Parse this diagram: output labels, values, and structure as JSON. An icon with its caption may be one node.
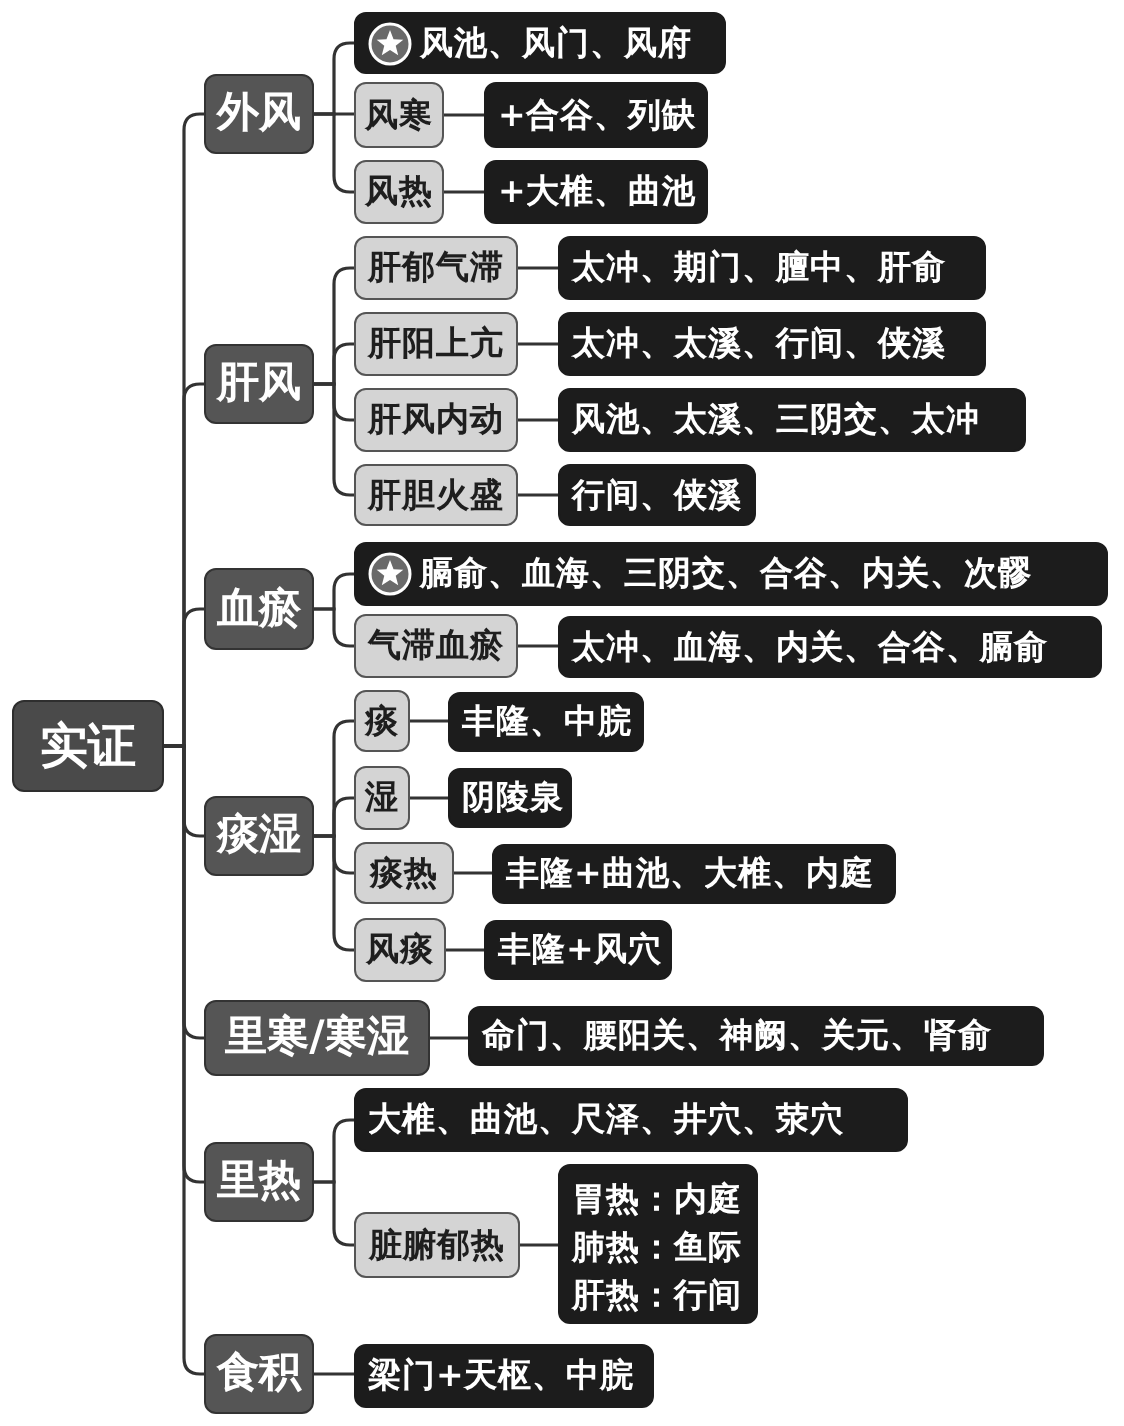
{
  "diagram": {
    "nodes": [
      {
        "text": [
          "实证"
        ]
      },
      {
        "text": [
          "外风"
        ]
      },
      {
        "text": [
          "风池、风门、风府"
        ]
      },
      {
        "text": [
          "风寒"
        ]
      },
      {
        "text": [
          "+合谷、列缺"
        ]
      },
      {
        "text": [
          "风热"
        ]
      },
      {
        "text": [
          "+大椎、曲池"
        ]
      },
      {
        "text": [
          "肝风"
        ]
      },
      {
        "text": [
          "肝郁气滞"
        ]
      },
      {
        "text": [
          "太冲、期门、膻中、肝俞"
        ]
      },
      {
        "text": [
          "肝阳上亢"
        ]
      },
      {
        "text": [
          "太冲、太溪、行间、侠溪"
        ]
      },
      {
        "text": [
          "肝风内动"
        ]
      },
      {
        "text": [
          "风池、太溪、三阴交、太冲"
        ]
      },
      {
        "text": [
          "肝胆火盛"
        ]
      },
      {
        "text": [
          "行间、侠溪"
        ]
      },
      {
        "text": [
          "血瘀"
        ]
      },
      {
        "text": [
          "膈俞、血海、三阴交、合谷、内关、次髎"
        ]
      },
      {
        "text": [
          "气滞血瘀"
        ]
      },
      {
        "text": [
          "太冲、血海、内关、合谷、膈俞"
        ]
      },
      {
        "text": [
          "痰湿"
        ]
      },
      {
        "text": [
          "痰"
        ]
      },
      {
        "text": [
          "丰隆、中脘"
        ]
      },
      {
        "text": [
          "湿"
        ]
      },
      {
        "text": [
          "阴陵泉"
        ]
      },
      {
        "text": [
          "痰热"
        ]
      },
      {
        "text": [
          "丰隆+曲池、大椎、内庭"
        ]
      },
      {
        "text": [
          "风痰"
        ]
      },
      {
        "text": [
          "丰隆+风穴"
        ]
      },
      {
        "text": [
          "里寒/寒湿"
        ]
      },
      {
        "text": [
          "命门、腰阳关、神阙、关元、肾俞"
        ]
      },
      {
        "text": [
          "里热"
        ]
      },
      {
        "text": [
          "大椎、曲池、尺泽、井穴、荥穴"
        ]
      },
      {
        "text": [
          "脏腑郁热"
        ]
      },
      {
        "text": [
          "胃热：内庭",
          "肺热：鱼际",
          "肝热：行间"
        ]
      },
      {
        "text": [
          "食积"
        ]
      },
      {
        "text": [
          "梁门+天枢、中脘"
        ]
      }
    ],
    "edges": [
      {
        "from": 0,
        "to": 1,
        "arrow": "none"
      },
      {
        "from": 0,
        "to": 7,
        "arrow": "none"
      },
      {
        "from": 0,
        "to": 16,
        "arrow": "none"
      },
      {
        "from": 0,
        "to": 20,
        "arrow": "none"
      },
      {
        "from": 0,
        "to": 29,
        "arrow": "none"
      },
      {
        "from": 0,
        "to": 31,
        "arrow": "none"
      },
      {
        "from": 0,
        "to": 35,
        "arrow": "none"
      },
      {
        "from": 1,
        "to": 2,
        "arrow": "none"
      },
      {
        "from": 1,
        "to": 3,
        "arrow": "none"
      },
      {
        "from": 1,
        "to": 5,
        "arrow": "none"
      },
      {
        "from": 3,
        "to": 4,
        "arrow": "none"
      },
      {
        "from": 5,
        "to": 6,
        "arrow": "none"
      },
      {
        "from": 7,
        "to": 8,
        "arrow": "none"
      },
      {
        "from": 7,
        "to": 10,
        "arrow": "none"
      },
      {
        "from": 7,
        "to": 12,
        "arrow": "none"
      },
      {
        "from": 7,
        "to": 14,
        "arrow": "none"
      },
      {
        "from": 8,
        "to": 9,
        "arrow": "none"
      },
      {
        "from": 10,
        "to": 11,
        "arrow": "none"
      },
      {
        "from": 12,
        "to": 13,
        "arrow": "none"
      },
      {
        "from": 14,
        "to": 15,
        "arrow": "none"
      },
      {
        "from": 16,
        "to": 17,
        "arrow": "none"
      },
      {
        "from": 16,
        "to": 18,
        "arrow": "none"
      },
      {
        "from": 18,
        "to": 19,
        "arrow": "none"
      },
      {
        "from": 20,
        "to": 21,
        "arrow": "none"
      },
      {
        "from": 20,
        "to": 23,
        "arrow": "none"
      },
      {
        "from": 20,
        "to": 25,
        "arrow": "none"
      },
      {
        "from": 20,
        "to": 27,
        "arrow": "none"
      },
      {
        "from": 21,
        "to": 22,
        "arrow": "none"
      },
      {
        "from": 23,
        "to": 24,
        "arrow": "none"
      },
      {
        "from": 25,
        "to": 26,
        "arrow": "none"
      },
      {
        "from": 27,
        "to": 28,
        "arrow": "none"
      },
      {
        "from": 29,
        "to": 30,
        "arrow": "none"
      },
      {
        "from": 31,
        "to": 32,
        "arrow": "none"
      },
      {
        "from": 31,
        "to": 33,
        "arrow": "none"
      },
      {
        "from": 33,
        "to": 34,
        "arrow": "none"
      },
      {
        "from": 35,
        "to": 36,
        "arrow": "none"
      }
    ]
  }
}
